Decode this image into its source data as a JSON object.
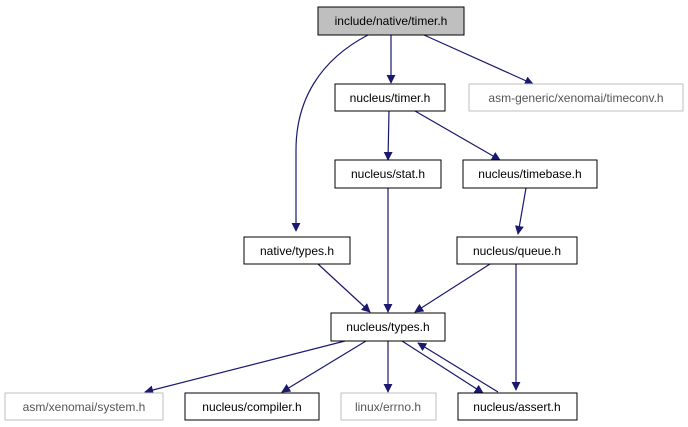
{
  "graph": {
    "nodes": {
      "include_native_timer": {
        "label": "include/native/timer.h",
        "style": "root"
      },
      "nucleus_timer": {
        "label": "nucleus/timer.h",
        "style": "normal"
      },
      "asm_generic_timeconv": {
        "label": "asm-generic/xenomai/timeconv.h",
        "style": "missing"
      },
      "nucleus_stat": {
        "label": "nucleus/stat.h",
        "style": "normal"
      },
      "nucleus_timebase": {
        "label": "nucleus/timebase.h",
        "style": "normal"
      },
      "native_types": {
        "label": "native/types.h",
        "style": "normal"
      },
      "nucleus_queue": {
        "label": "nucleus/queue.h",
        "style": "normal"
      },
      "nucleus_types": {
        "label": "nucleus/types.h",
        "style": "normal"
      },
      "asm_xenomai_system": {
        "label": "asm/xenomai/system.h",
        "style": "missing"
      },
      "nucleus_compiler": {
        "label": "nucleus/compiler.h",
        "style": "normal"
      },
      "linux_errno": {
        "label": "linux/errno.h",
        "style": "missing"
      },
      "nucleus_assert": {
        "label": "nucleus/assert.h",
        "style": "normal"
      }
    },
    "colors": {
      "root_fill": "#bfbfbf",
      "border": "#000000",
      "missing_border": "#bfbfbf",
      "edge": "#191970",
      "background": "#ffffff"
    }
  }
}
